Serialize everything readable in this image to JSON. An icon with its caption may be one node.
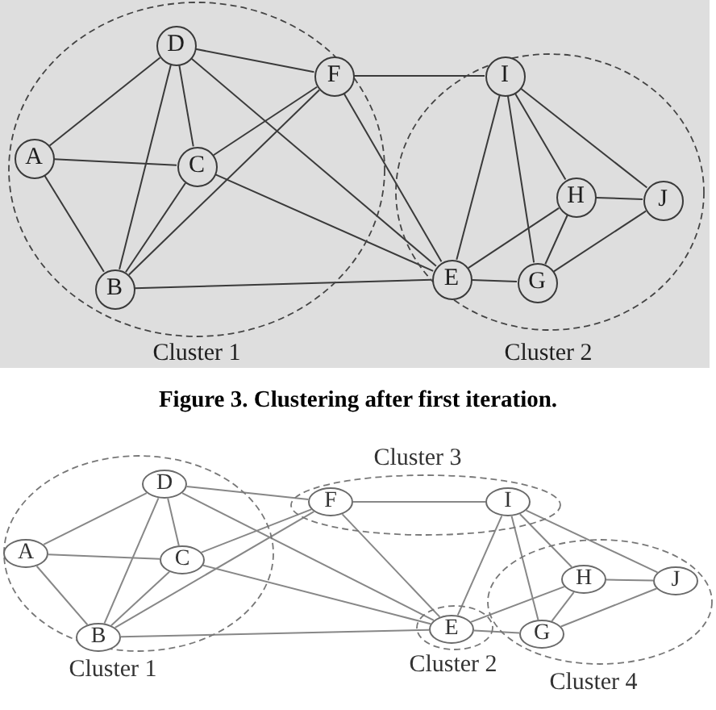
{
  "diagram": {
    "caption": "Figure 3. Clustering after first iteration.",
    "nodes": [
      {
        "text": [
          "Cluster 1"
        ]
      },
      {
        "text": [
          "D"
        ],
        "in": 0
      },
      {
        "text": [
          "A"
        ],
        "in": 0
      },
      {
        "text": [
          "C"
        ],
        "in": 0
      },
      {
        "text": [
          "B"
        ],
        "in": 0
      },
      {
        "text": [
          "F"
        ],
        "in": 0
      },
      {
        "text": [
          "Cluster 2"
        ]
      },
      {
        "text": [
          "I"
        ],
        "in": 6
      },
      {
        "text": [
          "H"
        ],
        "in": 6
      },
      {
        "text": [
          "J"
        ],
        "in": 6
      },
      {
        "text": [
          "E"
        ],
        "in": 6
      },
      {
        "text": [
          "G"
        ],
        "in": 6
      },
      {
        "text": [
          "Cluster 1"
        ]
      },
      {
        "text": [
          "D"
        ],
        "in": 12
      },
      {
        "text": [
          "A"
        ],
        "in": 12
      },
      {
        "text": [
          "C"
        ],
        "in": 12
      },
      {
        "text": [
          "B"
        ],
        "in": 12
      },
      {
        "text": [
          "Cluster 3"
        ]
      },
      {
        "text": [
          "F"
        ],
        "in": 17
      },
      {
        "text": [
          "I"
        ],
        "in": 17
      },
      {
        "text": [
          "Cluster 4"
        ]
      },
      {
        "text": [
          "H"
        ],
        "in": 20
      },
      {
        "text": [
          "J"
        ],
        "in": 20
      },
      {
        "text": [
          "G"
        ],
        "in": 20
      },
      {
        "text": [
          "Cluster 2"
        ]
      },
      {
        "text": [
          "E"
        ],
        "in": 24
      }
    ],
    "edges": [
      {
        "from": 2,
        "to": 1,
        "arrow": "none"
      },
      {
        "from": 2,
        "to": 3,
        "arrow": "none"
      },
      {
        "from": 2,
        "to": 4,
        "arrow": "none"
      },
      {
        "from": 1,
        "to": 4,
        "arrow": "none"
      },
      {
        "from": 1,
        "to": 3,
        "arrow": "none"
      },
      {
        "from": 1,
        "to": 5,
        "arrow": "none"
      },
      {
        "from": 1,
        "to": 10,
        "arrow": "none"
      },
      {
        "from": 3,
        "to": 5,
        "arrow": "none"
      },
      {
        "from": 3,
        "to": 10,
        "arrow": "none"
      },
      {
        "from": 4,
        "to": 3,
        "arrow": "none"
      },
      {
        "from": 4,
        "to": 5,
        "arrow": "none"
      },
      {
        "from": 4,
        "to": 10,
        "arrow": "none"
      },
      {
        "from": 5,
        "to": 7,
        "arrow": "none"
      },
      {
        "from": 5,
        "to": 10,
        "arrow": "none"
      },
      {
        "from": 7,
        "to": 10,
        "arrow": "none"
      },
      {
        "from": 7,
        "to": 11,
        "arrow": "none"
      },
      {
        "from": 7,
        "to": 8,
        "arrow": "none"
      },
      {
        "from": 7,
        "to": 9,
        "arrow": "none"
      },
      {
        "from": 8,
        "to": 9,
        "arrow": "none"
      },
      {
        "from": 8,
        "to": 10,
        "arrow": "none"
      },
      {
        "from": 8,
        "to": 11,
        "arrow": "none"
      },
      {
        "from": 10,
        "to": 11,
        "arrow": "none"
      },
      {
        "from": 11,
        "to": 9,
        "arrow": "none"
      },
      {
        "from": 14,
        "to": 13,
        "arrow": "none"
      },
      {
        "from": 14,
        "to": 15,
        "arrow": "none"
      },
      {
        "from": 14,
        "to": 16,
        "arrow": "none"
      },
      {
        "from": 13,
        "to": 16,
        "arrow": "none"
      },
      {
        "from": 13,
        "to": 15,
        "arrow": "none"
      },
      {
        "from": 13,
        "to": 18,
        "arrow": "none"
      },
      {
        "from": 13,
        "to": 25,
        "arrow": "none"
      },
      {
        "from": 15,
        "to": 18,
        "arrow": "none"
      },
      {
        "from": 15,
        "to": 25,
        "arrow": "none"
      },
      {
        "from": 16,
        "to": 15,
        "arrow": "none"
      },
      {
        "from": 16,
        "to": 18,
        "arrow": "none"
      },
      {
        "from": 16,
        "to": 25,
        "arrow": "none"
      },
      {
        "from": 18,
        "to": 19,
        "arrow": "none"
      },
      {
        "from": 18,
        "to": 25,
        "arrow": "none"
      },
      {
        "from": 19,
        "to": 25,
        "arrow": "none"
      },
      {
        "from": 19,
        "to": 23,
        "arrow": "none"
      },
      {
        "from": 19,
        "to": 21,
        "arrow": "none"
      },
      {
        "from": 19,
        "to": 22,
        "arrow": "none"
      },
      {
        "from": 21,
        "to": 22,
        "arrow": "none"
      },
      {
        "from": 21,
        "to": 25,
        "arrow": "none"
      },
      {
        "from": 21,
        "to": 23,
        "arrow": "none"
      },
      {
        "from": 25,
        "to": 23,
        "arrow": "none"
      },
      {
        "from": 23,
        "to": 22,
        "arrow": "none"
      }
    ]
  }
}
